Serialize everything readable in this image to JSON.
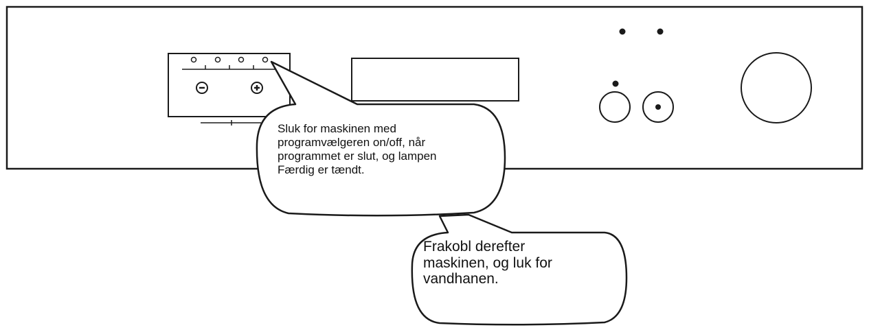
{
  "panel": {
    "program_buttons": [
      "minus-button",
      "plus-button"
    ],
    "indicator_count": 4
  },
  "callouts": [
    {
      "id": "callout-1",
      "text": "Sluk for maskinen med\nprogramvælgeren on/off, når\nprogrammet er slut, og lampen\nFærdig er tændt."
    },
    {
      "id": "callout-2",
      "text": "Frakobl derefter\nmaskinen, og luk for\nvandhanen."
    }
  ],
  "colors": {
    "stroke": "#1a1a1a",
    "background": "#ffffff"
  }
}
